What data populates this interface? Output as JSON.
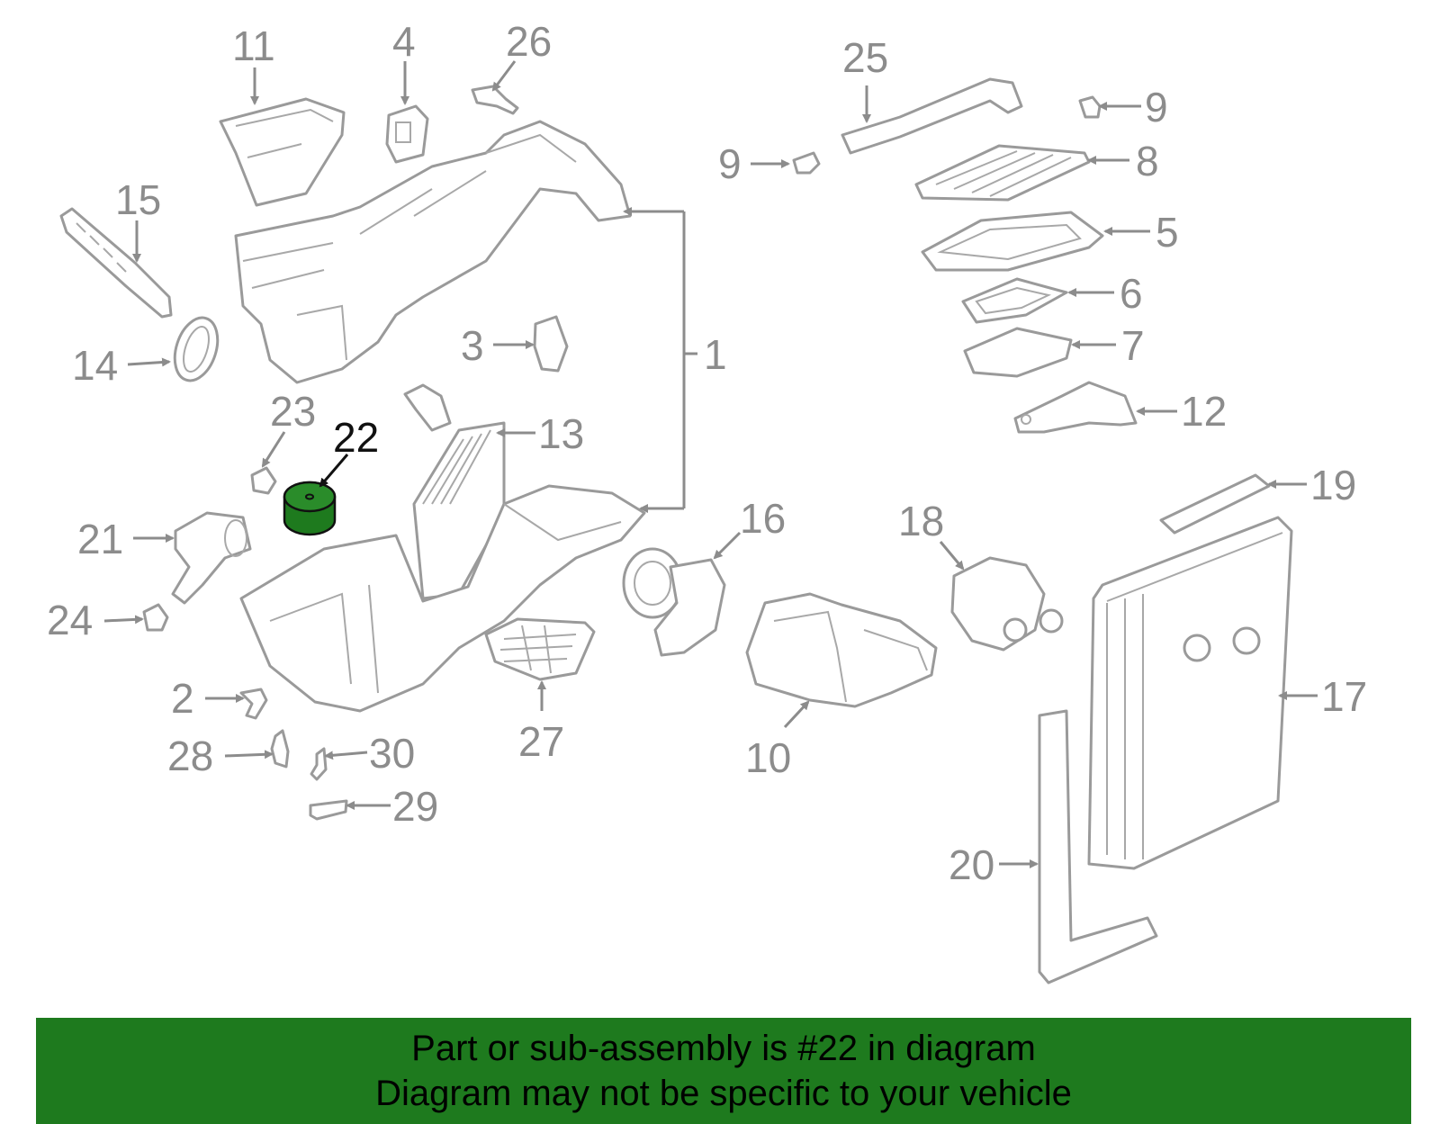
{
  "highlight_color": "#1e7a1e",
  "banner": {
    "background": "#1e7a1e",
    "line1": "Part or sub-assembly is #22 in diagram",
    "line2": "Diagram may not be specific to your vehicle"
  },
  "callouts": {
    "c1": "1",
    "c2": "2",
    "c3": "3",
    "c4": "4",
    "c5": "5",
    "c6": "6",
    "c7": "7",
    "c8": "8",
    "c9a": "9",
    "c9b": "9",
    "c10": "10",
    "c11": "11",
    "c12": "12",
    "c13": "13",
    "c14": "14",
    "c15": "15",
    "c16": "16",
    "c17": "17",
    "c18": "18",
    "c19": "19",
    "c20": "20",
    "c21": "21",
    "c22": "22",
    "c23": "23",
    "c24": "24",
    "c25": "25",
    "c26": "26",
    "c27": "27",
    "c28": "28",
    "c29": "29",
    "c30": "30"
  }
}
